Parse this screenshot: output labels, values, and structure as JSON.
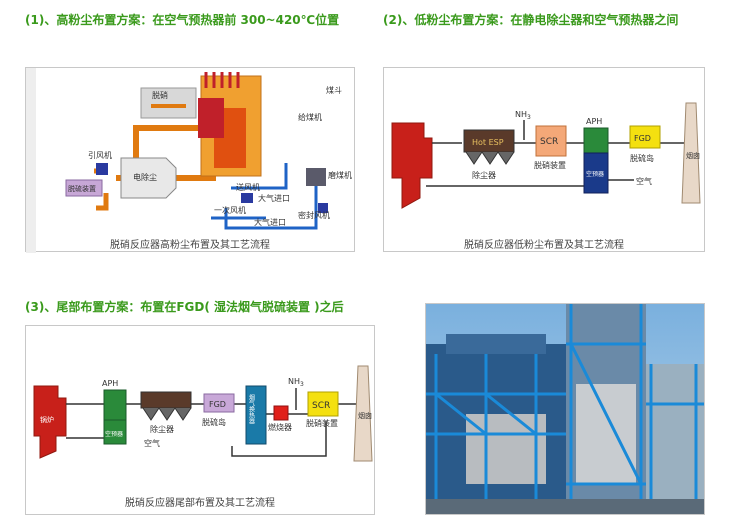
{
  "headings": {
    "h1": "(1)、高粉尘布置方案：在空气预热器前 300~420℃位置",
    "h2": "(2)、低粉尘布置方案：在静电除尘器和空气预热器之间",
    "h3": "(3)、尾部布置方案：布置在FGD( 湿法烟气脱硫装置 )之后"
  },
  "diagram1": {
    "caption": "脱硝反应器高粉尘布置及其工艺流程",
    "labels": {
      "fan": "引风机",
      "esp": "电除尘",
      "fgd": "脱硫装置",
      "denox": "脱硝",
      "coal_bin": "煤斗",
      "feeder": "给煤机",
      "mill": "磨煤机",
      "forced_fan": "送风机",
      "air_in1": "大气进口",
      "primary_fan": "一次风机",
      "air_in2": "大气进口",
      "seal_fan": "密封风机"
    }
  },
  "diagram2": {
    "caption": "脱硝反应器低粉尘布置及其工艺流程",
    "labels": {
      "hot_esp": "Hot ESP",
      "dust": "除尘器",
      "nh3": "NH",
      "nh3_sub": "3",
      "scr": "SCR",
      "scr_unit": "脱硝装置",
      "aph": "APH",
      "aph_in": "空预器",
      "fgd": "FGD",
      "fgd_island": "脱硫岛",
      "stack": "烟囱",
      "air": "空气"
    }
  },
  "diagram3": {
    "caption": "脱硝反应器尾部布置及其工艺流程",
    "labels": {
      "boiler": "锅炉",
      "aph": "APH",
      "aph_in": "空预器",
      "dust": "除尘器",
      "air": "空气",
      "fgd": "FGD",
      "fgd_island": "脱硫岛",
      "ggh": "烟气换热器",
      "burner": "燃烧器",
      "nh3": "NH",
      "nh3_sub": "3",
      "scr": "SCR",
      "scr_unit": "脱硝装置",
      "stack": "烟囱"
    }
  }
}
